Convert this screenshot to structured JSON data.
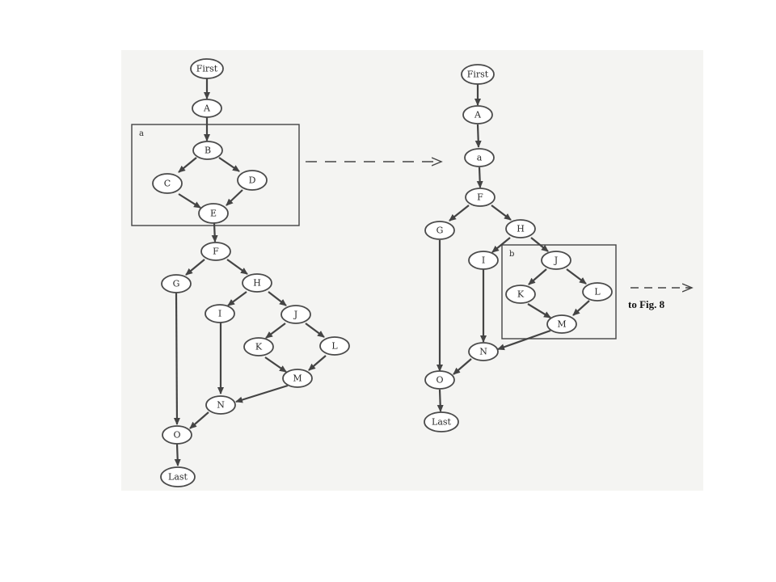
{
  "diagram_left": {
    "nodes": {
      "First": "First",
      "A": "A",
      "B": "B",
      "C": "C",
      "D": "D",
      "E": "E",
      "F": "F",
      "G": "G",
      "H": "H",
      "I": "I",
      "J": "J",
      "K": "K",
      "L": "L",
      "M": "M",
      "N": "N",
      "O": "O",
      "Last": "Last"
    },
    "group_label": "a"
  },
  "diagram_right": {
    "nodes": {
      "First": "First",
      "A": "A",
      "a": "a",
      "F": "F",
      "G": "G",
      "H": "H",
      "I": "I",
      "J": "J",
      "K": "K",
      "L": "L",
      "M": "M",
      "N": "N",
      "O": "O",
      "Last": "Last"
    },
    "group_label": "b"
  },
  "continuation_note": "to Fig. 8"
}
